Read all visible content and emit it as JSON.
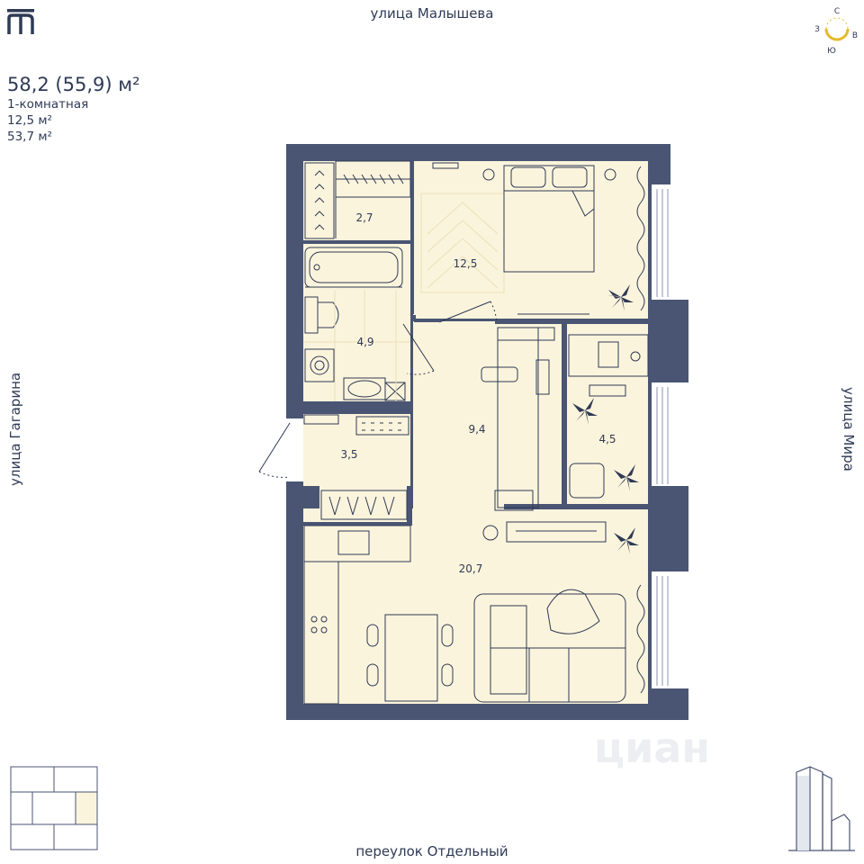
{
  "streets": {
    "top": "улица Малышева",
    "left": "улица Гагарина",
    "right": "улица Мира",
    "bottom": "переулок Отдельный"
  },
  "apartment": {
    "area": "58,2 (55,9) м²",
    "type": "1-комнатная",
    "living_area": "12,5 м²",
    "total_area": "53,7 м²"
  },
  "compass": {
    "n": "С",
    "e": "В",
    "s": "Ю",
    "w": "З"
  },
  "rooms": {
    "wardrobe": "2,7",
    "bedroom": "12,5",
    "bathroom": "4,9",
    "hall": "9,4",
    "study": "4,5",
    "entrance": "3,5",
    "living": "20,7"
  },
  "watermark": "циан",
  "colors": {
    "wall": "#4a5573",
    "floor": "#fbf4dc",
    "accent": "#e5b92b",
    "text": "#2f3a55"
  },
  "icons": {
    "logo": "brand-logo-icon",
    "compass": "compass-icon"
  }
}
